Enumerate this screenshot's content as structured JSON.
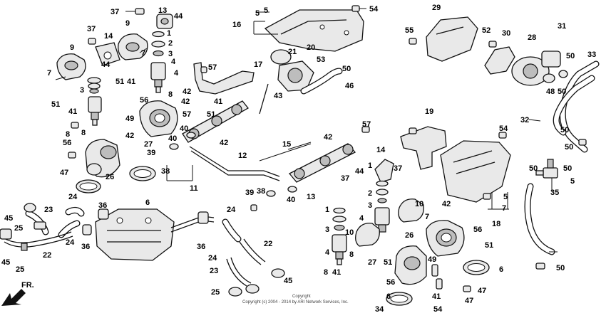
{
  "callouts": [
    "37",
    "13",
    "44",
    "5",
    "54",
    "29",
    "16",
    "9",
    "37",
    "14",
    "1",
    "2",
    "3",
    "9",
    "55",
    "52",
    "30",
    "28",
    "31",
    "7",
    "7",
    "50",
    "33",
    "21",
    "20",
    "53",
    "44",
    "43",
    "50",
    "46",
    "17",
    "57",
    "42",
    "4",
    "4",
    "51",
    "41",
    "48",
    "50",
    "3",
    "51",
    "41",
    "56",
    "42",
    "8",
    "5",
    "57",
    "8",
    "32",
    "51",
    "41",
    "49",
    "50",
    "42",
    "50",
    "19",
    "27",
    "8",
    "42",
    "40",
    "40",
    "57",
    "54",
    "12",
    "15",
    "56",
    "39",
    "42",
    "26",
    "38",
    "37",
    "1",
    "44",
    "50",
    "50",
    "35",
    "14",
    "47",
    "39",
    "11",
    "38",
    "37",
    "2",
    "40",
    "10",
    "3",
    "45",
    "24",
    "23",
    "6",
    "13",
    "4",
    "24",
    "36",
    "1",
    "18",
    "25",
    "24",
    "25",
    "3",
    "42",
    "7",
    "26",
    "8",
    "56",
    "51",
    "6",
    "10",
    "36",
    "36",
    "24",
    "22",
    "49",
    "4",
    "27",
    "22",
    "23",
    "56",
    "41",
    "45",
    "45",
    "8",
    "50",
    "47",
    "25",
    "7",
    "5",
    "6",
    "34",
    "54",
    "47",
    "5",
    "41",
    "51",
    "50",
    "3",
    "7"
  ],
  "copyright": "Copyright",
  "copyright_line2": "Copyright (c) 2004 - 2014 by ARI Network Services, Inc.",
  "direction_label": "FR."
}
